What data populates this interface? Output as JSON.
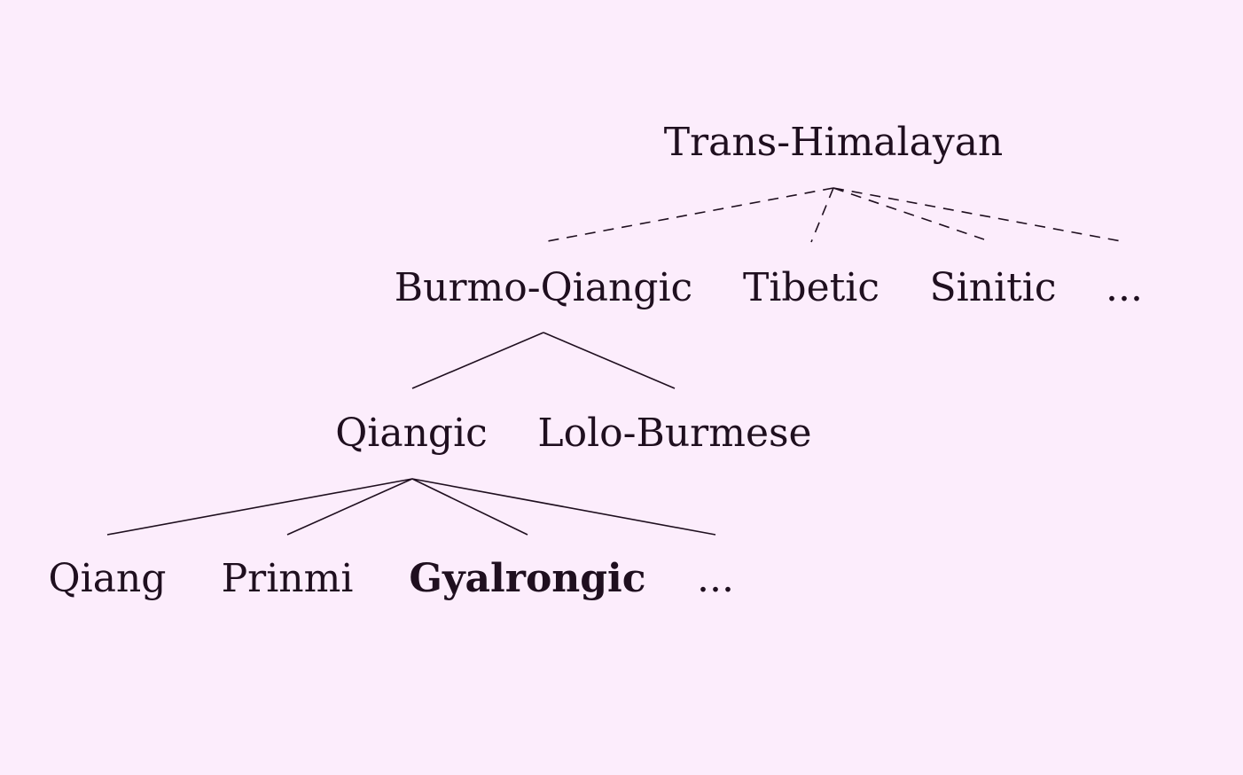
{
  "tree": {
    "root": {
      "label": "Trans-Himalayan"
    },
    "level1": [
      {
        "label": "Burmo-Qiangic"
      },
      {
        "label": "Tibetic"
      },
      {
        "label": "Sinitic"
      },
      {
        "label": "..."
      }
    ],
    "level2": [
      {
        "label": "Qiangic"
      },
      {
        "label": "Lolo-Burmese"
      }
    ],
    "level3": [
      {
        "label": "Qiang",
        "bold": false
      },
      {
        "label": "Prinmi",
        "bold": false
      },
      {
        "label": "Gyalrongic",
        "bold": true
      },
      {
        "label": "...",
        "bold": false
      }
    ]
  }
}
